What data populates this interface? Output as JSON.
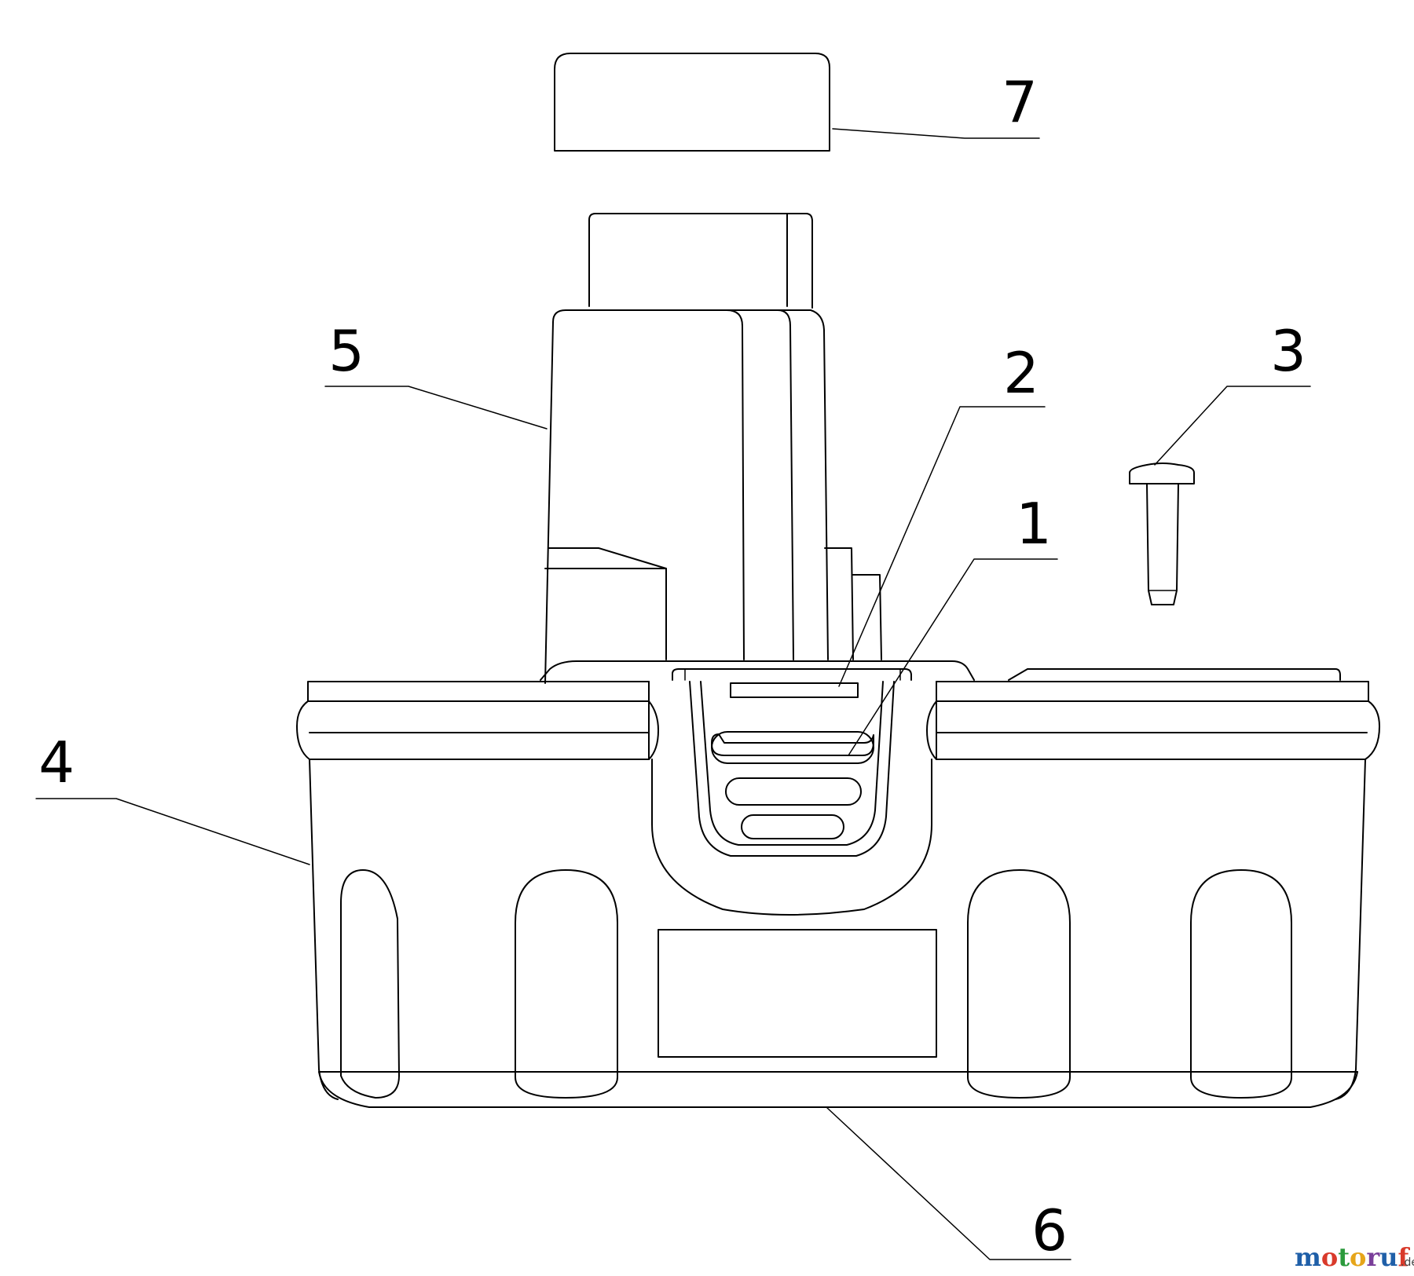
{
  "labels": {
    "part1": "1",
    "part2": "2",
    "part3": "3",
    "part4": "4",
    "part5": "5",
    "part6": "6",
    "part7": "7"
  },
  "watermark": {
    "text": "motoruf",
    "suffix": ".de",
    "colors": [
      "#1f5fa8",
      "#d93a2b",
      "#2b9a3c",
      "#e6a51a",
      "#7a3f9a",
      "#1f5fa8",
      "#d93a2b"
    ]
  }
}
